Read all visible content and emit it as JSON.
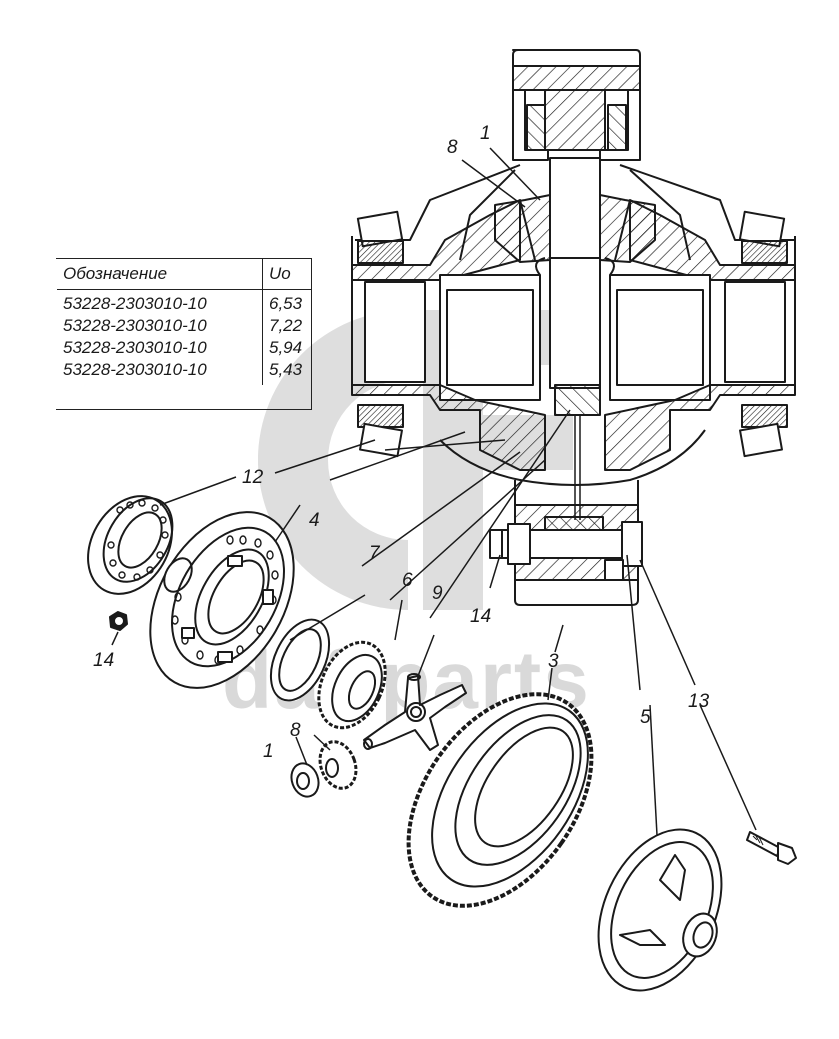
{
  "diagram": {
    "title": "Differential assembly exploded view",
    "watermark": {
      "text": "daf-parts",
      "logo_icon": "df-logo-icon"
    },
    "spec_table": {
      "headers": [
        "Обозначение",
        "Uo"
      ],
      "rows": [
        [
          "53228-2303010-10",
          "6,53"
        ],
        [
          "53228-2303010-10",
          "7,22"
        ],
        [
          "53228-2303010-10",
          "5,94"
        ],
        [
          "53228-2303010-10",
          "5,43"
        ]
      ]
    },
    "callouts": [
      {
        "id": "c8-top",
        "label": "8",
        "part": "pinion gear"
      },
      {
        "id": "c1-top",
        "label": "1",
        "part": "thrust washer"
      },
      {
        "id": "c12",
        "label": "12",
        "part": "tapered roller bearing"
      },
      {
        "id": "c4",
        "label": "4",
        "part": "left differential case half"
      },
      {
        "id": "c7",
        "label": "7",
        "part": "side gear thrust washer"
      },
      {
        "id": "c6",
        "label": "6",
        "part": "side gear"
      },
      {
        "id": "c9",
        "label": "9",
        "part": "spider (cross)"
      },
      {
        "id": "c14-mid",
        "label": "14",
        "part": "nut"
      },
      {
        "id": "c3",
        "label": "3",
        "part": "driven bevel ring gear"
      },
      {
        "id": "c5",
        "label": "5",
        "part": "right differential case half"
      },
      {
        "id": "c13",
        "label": "13",
        "part": "bolt"
      },
      {
        "id": "c14-left",
        "label": "14",
        "part": "nut"
      },
      {
        "id": "c8-bottom",
        "label": "8",
        "part": "pinion gear"
      },
      {
        "id": "c1-bottom",
        "label": "1",
        "part": "thrust washer"
      }
    ],
    "colors": {
      "ink": "#1a1a1a",
      "watermark": "#d9d9d9",
      "background": "#ffffff"
    }
  }
}
